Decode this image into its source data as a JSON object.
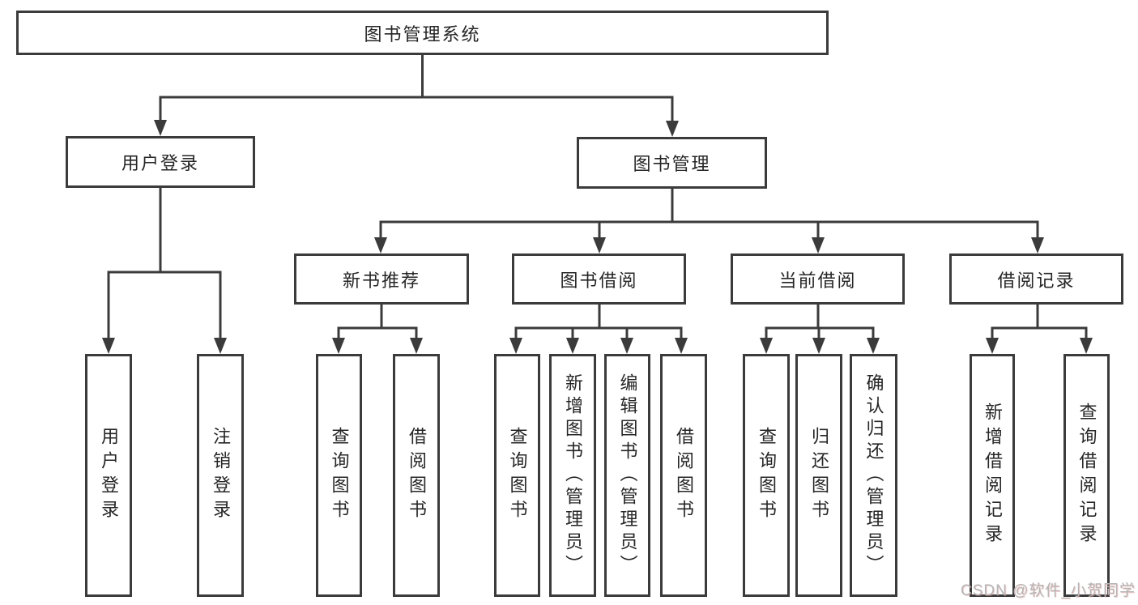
{
  "colors": {
    "line": "#3b3b3b",
    "box_border": "#3b3b3b",
    "text": "#262626",
    "watermark": "#b5b5b5",
    "background": "#ffffff"
  },
  "diagram": {
    "type": "hierarchy-tree",
    "root": {
      "label": "图书管理系统"
    },
    "level2": [
      {
        "label": "用户登录"
      },
      {
        "label": "图书管理"
      }
    ],
    "level3": [
      {
        "label": "新书推荐"
      },
      {
        "label": "图书借阅"
      },
      {
        "label": "当前借阅"
      },
      {
        "label": "借阅记录"
      }
    ],
    "leaves": [
      {
        "label": "用户登录"
      },
      {
        "label": "注销登录"
      },
      {
        "label": "查询图书"
      },
      {
        "label": "借阅图书"
      },
      {
        "label": "查询图书"
      },
      {
        "label": "新增图书（管理员）"
      },
      {
        "label": "编辑图书（管理员）"
      },
      {
        "label": "借阅图书"
      },
      {
        "label": "查询图书"
      },
      {
        "label": "归还图书"
      },
      {
        "label": "确认归还（管理员）"
      },
      {
        "label": "新增借阅记录"
      },
      {
        "label": "查询借阅记录"
      }
    ]
  },
  "watermark": {
    "text": "CSDN @软件_小贺同学"
  }
}
